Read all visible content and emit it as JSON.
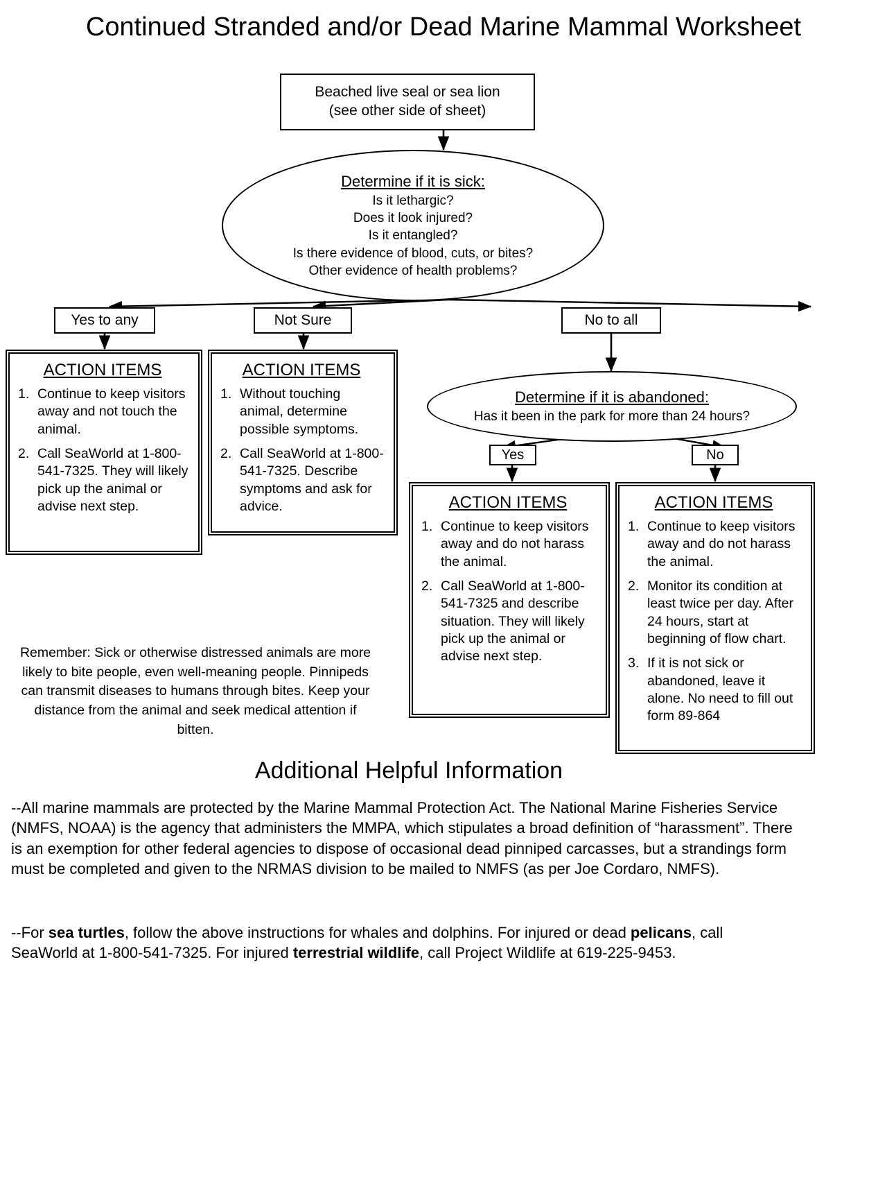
{
  "document": {
    "title": "Continued Stranded and/or Dead Marine Mammal Worksheet",
    "section_title": "Additional Helpful Information"
  },
  "flowchart": {
    "start_node": {
      "line1": "Beached live seal or sea lion",
      "line2": "(see other side of sheet)"
    },
    "decision_sick": {
      "heading": "Determine if it is sick:",
      "questions": [
        "Is it lethargic?",
        "Does it look injured?",
        "Is it entangled?",
        "Is there evidence of blood, cuts, or bites?",
        "Other evidence of health problems?"
      ]
    },
    "branch_labels": {
      "yes_to_any": "Yes to any",
      "not_sure": "Not Sure",
      "no_to_all": "No to all"
    },
    "action_heading": "ACTION ITEMS",
    "action_yes_to_any": {
      "items": [
        {
          "num": "1.",
          "text": "Continue to keep visitors away and not touch the animal."
        },
        {
          "num": "2.",
          "text": "Call SeaWorld at 1-800-541-7325.  They will likely pick up the animal or advise next step."
        }
      ]
    },
    "action_not_sure": {
      "items": [
        {
          "num": "1.",
          "text": "Without touching animal, determine possible symptoms."
        },
        {
          "num": "2.",
          "text": "Call SeaWorld at 1-800-541-7325.  Describe symptoms and ask for advice."
        }
      ]
    },
    "decision_abandoned": {
      "heading": "Determine if it is abandoned:",
      "question": "Has it been in the park for more than 24 hours?"
    },
    "abandoned_labels": {
      "yes": "Yes",
      "no": "No"
    },
    "action_abandoned_yes": {
      "items": [
        {
          "num": "1.",
          "text": "Continue to keep visitors away and do not harass the animal."
        },
        {
          "num": "2.",
          "text": "Call SeaWorld at 1-800-541-7325 and describe situation.  They will likely pick up the animal or advise next step."
        }
      ]
    },
    "action_abandoned_no": {
      "items": [
        {
          "num": "1.",
          "text": "Continue to keep visitors away and do not harass the animal."
        },
        {
          "num": "2.",
          "text": "Monitor its condition at least twice per day.  After 24 hours, start at beginning of flow chart."
        },
        {
          "num": "3.",
          "text": "If it is not sick or abandoned, leave it alone.  No need to fill out form 89-864"
        }
      ]
    }
  },
  "notes": {
    "remember": "Remember: Sick or otherwise distressed animals are more likely to bite people, even well-meaning people.  Pinnipeds can transmit diseases to humans through bites.  Keep your distance from the animal and seek medical attention if bitten."
  },
  "additional_info": {
    "paragraph_mmpa": "--All marine mammals are protected by the Marine Mammal Protection Act.  The National Marine Fisheries Service (NMFS, NOAA) is the agency that administers the MMPA, which stipulates a broad definition of “harassment”.  There is an exemption for other federal agencies to dispose of occasional dead pinniped carcasses, but a strandings form must be completed and given to the NRMAS division to be mailed to NMFS (as per Joe Cordaro, NMFS).",
    "paragraph_turtles": {
      "part1": "--For ",
      "bold1": "sea turtles",
      "part2": ", follow the above instructions for whales and dolphins.  For injured or dead ",
      "bold2": "pelicans",
      "part3": ", call SeaWorld at 1-800-541-7325.  For injured ",
      "bold3": "terrestrial wildlife",
      "part4": ", call Project Wildlife at 619-225-9453."
    }
  },
  "colors": {
    "ink": "#000000",
    "page": "#ffffff"
  }
}
